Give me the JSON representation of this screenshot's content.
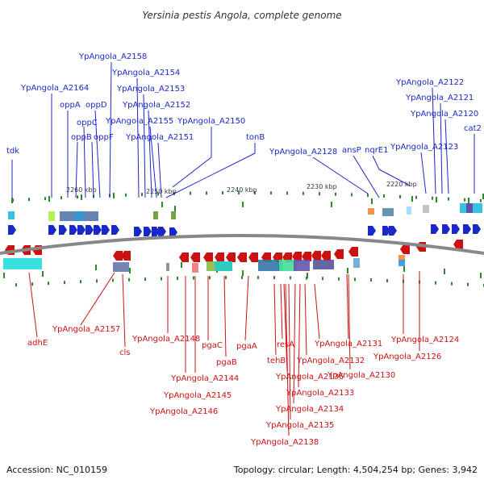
{
  "header": {
    "title": "Yersinia pestis Angola, complete genome"
  },
  "footer": {
    "accession": "Accession: NC_010159",
    "summary": "Topology: circular; Length: 4,504,254 bp; Genes: 3,942"
  },
  "colors": {
    "forward": "#1a28c8",
    "reverse": "#cc1111",
    "backbone": "#888888",
    "tick": "#2a8a2a"
  },
  "scale_labels": [
    "2260 kbp",
    "2250 kbp",
    "2240 kbp",
    "2230 kbp",
    "2220 kbp"
  ],
  "forward_labels": [
    "tdk",
    "YpAngola_A2164",
    "oppB",
    "oppC",
    "oppA",
    "oppF",
    "oppD",
    "YpAngola_A2158",
    "YpAngola_A2154",
    "YpAngola_A2153",
    "YpAngola_A2152",
    "YpAngola_A2155",
    "YpAngola_A2151",
    "YpAngola_A2150",
    "tonB",
    "YpAngola_A2128",
    "ansP",
    "nqrE1",
    "YpAngola_A2123",
    "YpAngola_A2122",
    "YpAngola_A2121",
    "YpAngola_A2120",
    "cat2"
  ],
  "reverse_labels": [
    "adhE",
    "YpAngola_A2157",
    "cls",
    "YpAngola_A2148",
    "YpAngola_A2144",
    "YpAngola_A2145",
    "YpAngola_A2146",
    "pgaC",
    "pgaB",
    "pgaA",
    "tehB",
    "resA",
    "YpAngola_A2136",
    "YpAngola_A2138",
    "YpAngola_A2135",
    "YpAngola_A2134",
    "YpAngola_A2133",
    "YpAngola_A2132",
    "YpAngola_A2131",
    "YpAngola_A2130",
    "YpAngola_A2124",
    "YpAngola_A2126"
  ]
}
